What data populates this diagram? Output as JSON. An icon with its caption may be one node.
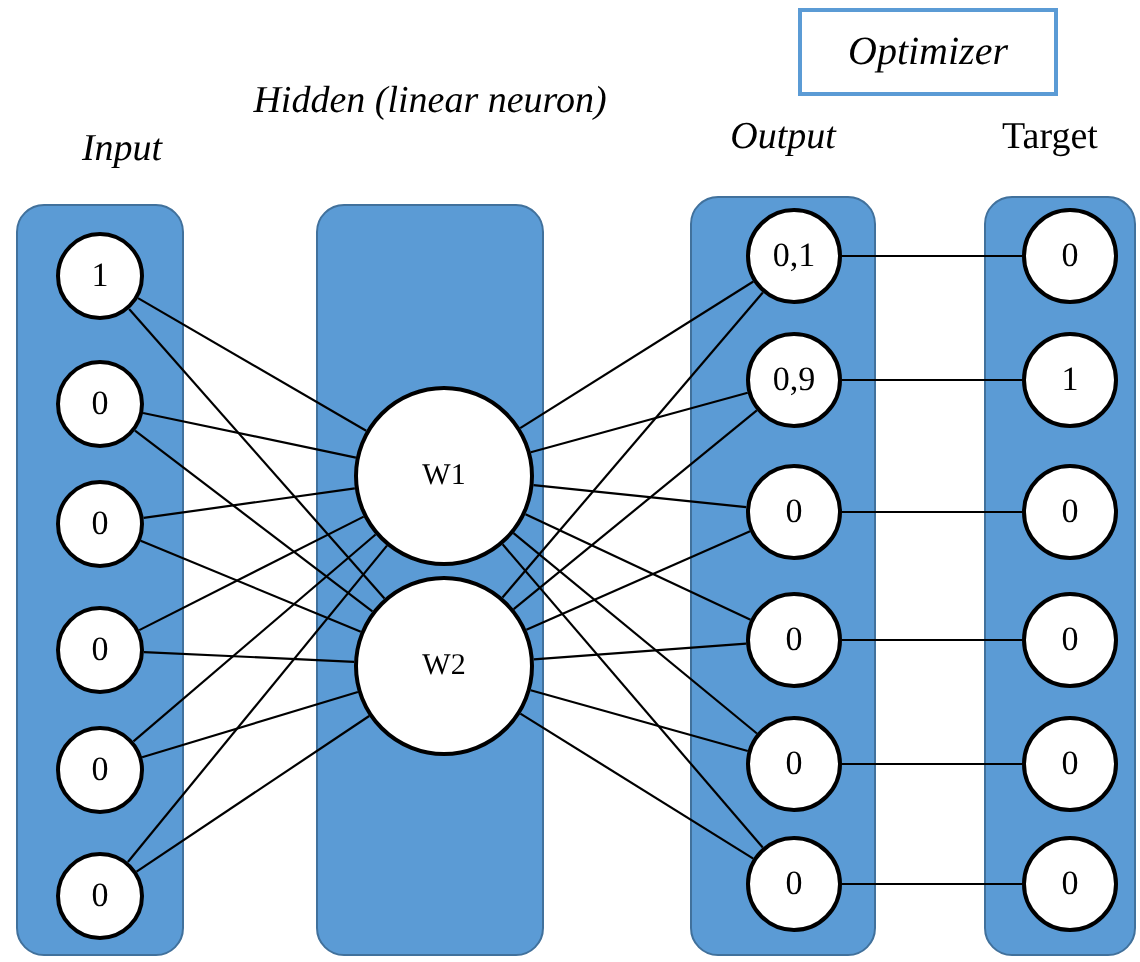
{
  "diagram": {
    "nodes": [
      {
        "text": [
          "Input"
        ]
      },
      {
        "text": [
          "1"
        ],
        "in": 0
      },
      {
        "text": [
          "0"
        ],
        "in": 0
      },
      {
        "text": [
          "0"
        ],
        "in": 0
      },
      {
        "text": [
          "0"
        ],
        "in": 0
      },
      {
        "text": [
          "0"
        ],
        "in": 0
      },
      {
        "text": [
          "0"
        ],
        "in": 0
      },
      {
        "text": [
          "Hidden (linear neuron)"
        ]
      },
      {
        "text": [
          "W1"
        ],
        "in": 7
      },
      {
        "text": [
          "W2"
        ],
        "in": 7
      },
      {
        "text": [
          "Output"
        ]
      },
      {
        "text": [
          "0,1"
        ],
        "in": 10
      },
      {
        "text": [
          "0,9"
        ],
        "in": 10
      },
      {
        "text": [
          "0"
        ],
        "in": 10
      },
      {
        "text": [
          "0"
        ],
        "in": 10
      },
      {
        "text": [
          "0"
        ],
        "in": 10
      },
      {
        "text": [
          "0"
        ],
        "in": 10
      },
      {
        "text": [
          "Target"
        ]
      },
      {
        "text": [
          "0"
        ],
        "in": 17
      },
      {
        "text": [
          "1"
        ],
        "in": 17
      },
      {
        "text": [
          "0"
        ],
        "in": 17
      },
      {
        "text": [
          "0"
        ],
        "in": 17
      },
      {
        "text": [
          "0"
        ],
        "in": 17
      },
      {
        "text": [
          "0"
        ],
        "in": 17
      },
      {
        "text": [
          "Optimizer"
        ]
      }
    ],
    "edges": [
      {
        "from": 1,
        "to": 8,
        "arrow": "none"
      },
      {
        "from": 1,
        "to": 9,
        "arrow": "none"
      },
      {
        "from": 2,
        "to": 8,
        "arrow": "none"
      },
      {
        "from": 2,
        "to": 9,
        "arrow": "none"
      },
      {
        "from": 3,
        "to": 8,
        "arrow": "none"
      },
      {
        "from": 3,
        "to": 9,
        "arrow": "none"
      },
      {
        "from": 4,
        "to": 8,
        "arrow": "none"
      },
      {
        "from": 4,
        "to": 9,
        "arrow": "none"
      },
      {
        "from": 5,
        "to": 8,
        "arrow": "none"
      },
      {
        "from": 5,
        "to": 9,
        "arrow": "none"
      },
      {
        "from": 6,
        "to": 8,
        "arrow": "none"
      },
      {
        "from": 6,
        "to": 9,
        "arrow": "none"
      },
      {
        "from": 8,
        "to": 11,
        "arrow": "none"
      },
      {
        "from": 8,
        "to": 12,
        "arrow": "none"
      },
      {
        "from": 8,
        "to": 13,
        "arrow": "none"
      },
      {
        "from": 8,
        "to": 14,
        "arrow": "none"
      },
      {
        "from": 8,
        "to": 15,
        "arrow": "none"
      },
      {
        "from": 8,
        "to": 16,
        "arrow": "none"
      },
      {
        "from": 9,
        "to": 11,
        "arrow": "none"
      },
      {
        "from": 9,
        "to": 12,
        "arrow": "none"
      },
      {
        "from": 9,
        "to": 13,
        "arrow": "none"
      },
      {
        "from": 9,
        "to": 14,
        "arrow": "none"
      },
      {
        "from": 9,
        "to": 15,
        "arrow": "none"
      },
      {
        "from": 9,
        "to": 16,
        "arrow": "none"
      },
      {
        "from": 11,
        "to": 18,
        "arrow": "none"
      },
      {
        "from": 12,
        "to": 19,
        "arrow": "none"
      },
      {
        "from": 13,
        "to": 20,
        "arrow": "none"
      },
      {
        "from": 14,
        "to": 21,
        "arrow": "none"
      },
      {
        "from": 15,
        "to": 22,
        "arrow": "none"
      },
      {
        "from": 16,
        "to": 23,
        "arrow": "none"
      }
    ]
  }
}
